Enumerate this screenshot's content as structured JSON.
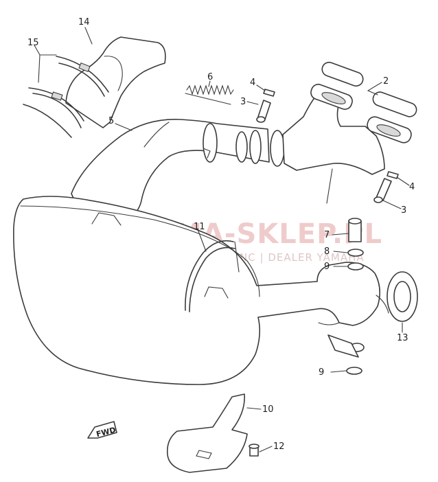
{
  "diagram": {
    "callouts": {
      "c2": "2",
      "c3a": "3",
      "c3b": "3",
      "c4a": "4",
      "c4b": "4",
      "c5": "5",
      "c6": "6",
      "c7": "7",
      "c8": "8",
      "c9a": "9",
      "c9b": "9",
      "c10": "10",
      "c11": "11",
      "c12": "12",
      "c13": "13",
      "c14": "14",
      "c15": "15"
    },
    "direction_arrow_label": "FWD"
  },
  "watermark": {
    "brand": "YAMA-SKLEP.PL",
    "subtitle": "WYŁĄCZNOWA KONC | DEALER YAMAHA",
    "colors": {
      "logo": "#e7a0a0",
      "text": "#e3a1a1"
    }
  }
}
